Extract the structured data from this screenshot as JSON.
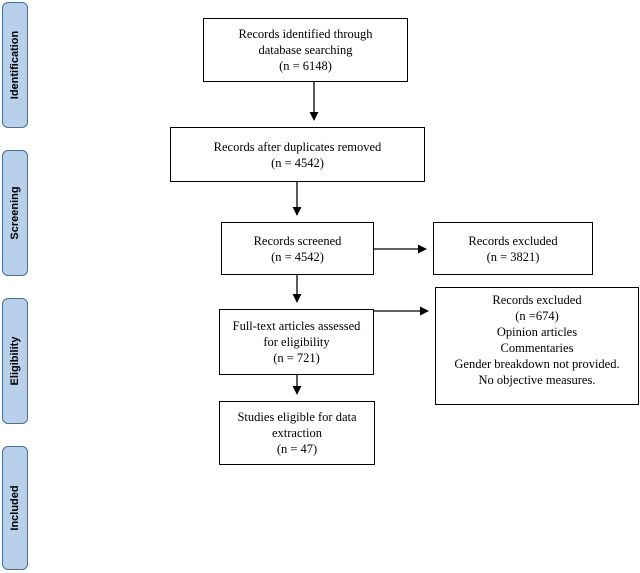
{
  "phases": {
    "identification": "Identification",
    "screening": "Screening",
    "eligibility": "Eligibility",
    "included": "Included"
  },
  "boxes": {
    "identified": [
      "Records identified through",
      "database searching",
      "(n = 6148)"
    ],
    "deduplicated": [
      "Records after duplicates removed",
      "(n = 4542)"
    ],
    "screened": [
      "Records screened",
      "(n = 4542)"
    ],
    "excluded_screening": [
      "Records excluded",
      "(n = 3821)"
    ],
    "fulltext": [
      "Full-text articles assessed",
      "for eligibility",
      "(n = 721)"
    ],
    "excluded_fulltext": [
      "Records excluded",
      "(n =674)",
      "Opinion articles",
      "Commentaries",
      "Gender breakdown not provided.",
      "No objective measures."
    ],
    "eligible": [
      "Studies eligible for data",
      "extraction",
      "(n = 47)"
    ]
  }
}
